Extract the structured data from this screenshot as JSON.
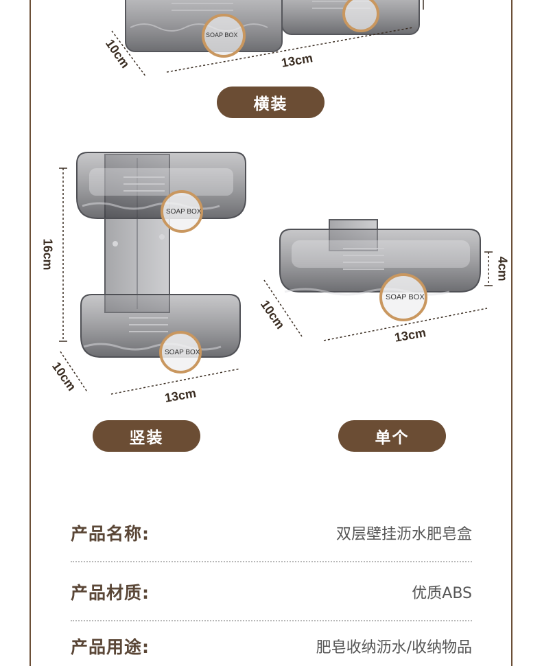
{
  "install_modes": {
    "horizontal": {
      "label": "横装",
      "depth": "10cm",
      "width": "13cm"
    },
    "vertical": {
      "label": "竖装",
      "height": "16cm",
      "depth": "10cm",
      "width": "13cm"
    },
    "single": {
      "label": "单个",
      "height": "4cm",
      "depth": "10cm",
      "width": "13cm"
    }
  },
  "product_badge": "SOAP BOX",
  "specs": [
    {
      "key": "产品名称:",
      "value": "双层壁挂沥水肥皂盒"
    },
    {
      "key": "产品材质:",
      "value": "优质ABS"
    },
    {
      "key": "产品用途:",
      "value": "肥皂收纳沥水/收纳物品"
    }
  ],
  "colors": {
    "accent": "#6b4d34",
    "frame": "#6b4f37",
    "text_key": "#5a4636"
  }
}
